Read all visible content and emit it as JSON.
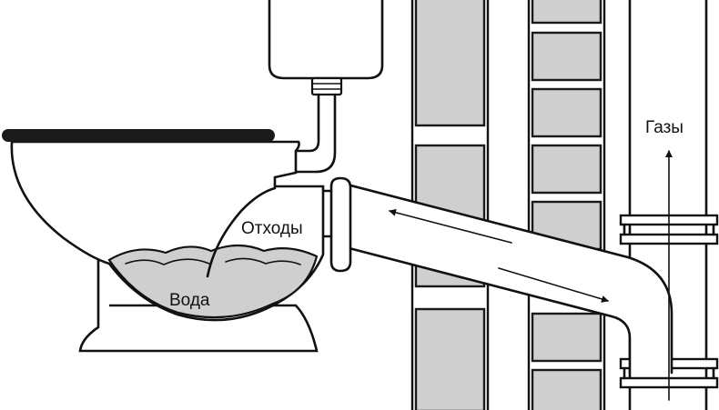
{
  "labels": {
    "gases": "Газы",
    "waste": "Отходы",
    "water": "Вода"
  },
  "colors": {
    "line": "#111111",
    "brick": "#cfcfcf",
    "water": "#cfcfcf",
    "seat": "#1a1a1a",
    "background": "#ffffff"
  }
}
